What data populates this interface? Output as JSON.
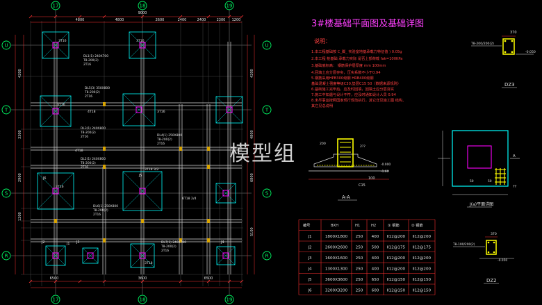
{
  "title": "3#楼基础平面图及基础详图",
  "watermark": "模型组",
  "colors": {
    "background": "#000000",
    "grid_line": "#8a8a8a",
    "axis_circle": "#00ff66",
    "footing": "#00ffff",
    "column": "#ff00ff",
    "beam": "#d8d8d8",
    "rebar": "#ffff00",
    "dimension": "#ff3333",
    "text": "#e0e0e0",
    "note_text": "#ff4040",
    "title": "#ff40ff",
    "table_grid": "#ff3030"
  },
  "axis_labels": {
    "top": [
      "17",
      "18",
      "19"
    ],
    "bottom": [
      "17",
      "18",
      "19"
    ],
    "left": [
      "U",
      "T",
      "S",
      "R"
    ],
    "right": [
      "U",
      "T",
      "S",
      "R"
    ]
  },
  "top_dims": [
    "9000",
    "4800",
    "4800",
    "2600",
    "2400",
    "2400",
    "2300",
    "1200"
  ],
  "bottom_dims": [
    "6500",
    "3600",
    "6500"
  ],
  "left_dims": [
    "4200",
    "3300",
    "2900",
    "1200"
  ],
  "right_dims": [
    "4200",
    "4800",
    "6800",
    "5100"
  ],
  "foundation_labels": [
    "J1",
    "J2",
    "J3",
    "J4",
    "J5",
    "J6"
  ],
  "rebar_labels": [
    "3T16",
    "3T16",
    "3T16",
    "4T18",
    "4T18",
    "3T18 3/2",
    "6T18 2/4",
    "3T16",
    "3T16",
    "3T18"
  ],
  "beam_labels": [
    "DL1(1) 240X700 T8-200(2) 2T16",
    "DL5(3) 350X800 T8-200(2) 2T16",
    "DL3(1) 240X800 T8-200(2) 2T16",
    "DL4(1) 250X800 T8-200(2) 2T16",
    "DL2(1) 240X800 T8-200(2) 2T16",
    "DL6(1) 250X800 T8-200(2) 2T16",
    "DL7(1) 240X700 T8-200(2) 2T16"
  ],
  "notes": {
    "heading": "说明：",
    "lines": [
      "1.本工程基础按        C_脚_ 实验室地基承载力特征值             ) 0.05g",
      "2.本工程          桩基础  承载力实际        是否上部荷载    fak=100KPa",
      "3.基础底标高：              钢筋保护层厚度  mm 100mm",
      "4.回填土应分层夯实，压实系数不小于0.94",
      "5.钢筋采用HPB300级钢 HRB400级钢",
      "  基础混凝土强度等级C30,垫层C15          50（数据来源规则）",
      "6.基础施工完毕后，应及时回填，回填土应分层夯实",
      "7.施工中如遇与设计不符，应及时通知设计人员        0.94",
      "8.未尽事宜按照国家现行规范执行，其它详见施工图     结构、",
      "  其它见总说明"
    ]
  },
  "section": {
    "label": "A-A",
    "marks": [
      "200",
      "2??",
      "C15",
      "100",
      "-0.000",
      "-1.60"
    ]
  },
  "plan_detail": {
    "label": "J(a)平面详图",
    "dim": "A",
    "marks": [
      "50",
      "50",
      "??"
    ]
  },
  "dz_top": {
    "label": "DZ3",
    "dim": "370",
    "spec": "T8-200/200(2)",
    "elevation": "-0.050"
  },
  "dz_bottom": {
    "label": "DZ2",
    "dim": "370",
    "spec": "T8-100/200(2)",
    "elevation": "-0.050"
  },
  "table": {
    "headers": [
      "编号",
      "BXH",
      "H1",
      "H2",
      "① 钢筋",
      "② 钢筋"
    ],
    "rows": [
      [
        "J1",
        "1800X1800",
        "250",
        "400",
        "Ⅱ12@200",
        "Ⅱ12@200"
      ],
      [
        "J2",
        "2600X2600",
        "250",
        "500",
        "Ⅱ12@175",
        "Ⅱ12@175"
      ],
      [
        "J3",
        "1600X1600",
        "250",
        "400",
        "Ⅱ12@200",
        "Ⅱ12@200"
      ],
      [
        "J4",
        "1300X1300",
        "250",
        "400",
        "Ⅱ12@200",
        "Ⅱ12@200"
      ],
      [
        "J5",
        "3600X3600",
        "250",
        "650",
        "Ⅱ12@150",
        "Ⅱ12@150"
      ],
      [
        "J6",
        "3200X3200",
        "250",
        "600",
        "Ⅱ12@150",
        "Ⅱ12@150"
      ]
    ]
  }
}
